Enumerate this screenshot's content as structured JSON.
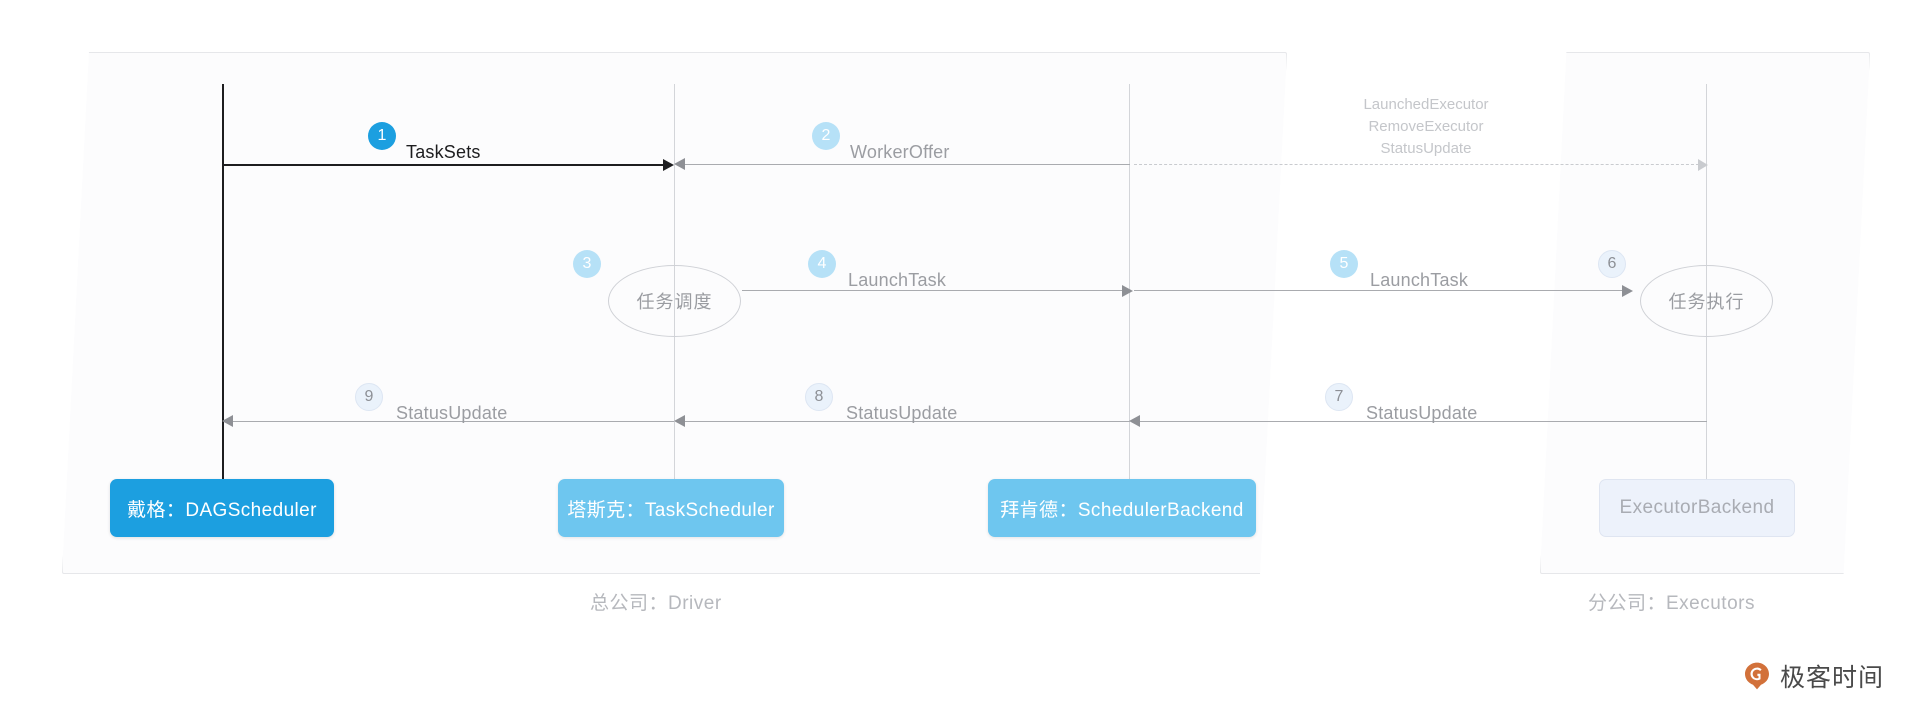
{
  "diagram": {
    "title": "Spark Task Scheduling Sequence Diagram",
    "panels": [
      {
        "id": "driver",
        "caption": "总公司：Driver"
      },
      {
        "id": "executors",
        "caption": "分公司：Executors"
      }
    ],
    "actors": [
      {
        "id": "dagscheduler",
        "label": "戴格：DAGScheduler",
        "style": "primary"
      },
      {
        "id": "taskscheduler",
        "label": "塔斯克：TaskScheduler",
        "style": "secondary"
      },
      {
        "id": "schedulerbackend",
        "label": "拜肯德：SchedulerBackend",
        "style": "secondary"
      },
      {
        "id": "executorbackend",
        "label": "ExecutorBackend",
        "style": "ghost"
      }
    ],
    "activities": [
      {
        "id": "task-scheduling",
        "label": "任务调度"
      },
      {
        "id": "task-execution",
        "label": "任务执行"
      }
    ],
    "steps": [
      {
        "n": "1",
        "label": "TaskSets",
        "style": "solid"
      },
      {
        "n": "2",
        "label": "WorkerOffer",
        "style": "light"
      },
      {
        "n": "3",
        "label": "",
        "style": "light"
      },
      {
        "n": "4",
        "label": "LaunchTask",
        "style": "light"
      },
      {
        "n": "5",
        "label": "LaunchTask",
        "style": "light"
      },
      {
        "n": "6",
        "label": "",
        "style": "pale"
      },
      {
        "n": "7",
        "label": "StatusUpdate",
        "style": "pale"
      },
      {
        "n": "8",
        "label": "StatusUpdate",
        "style": "pale"
      },
      {
        "n": "9",
        "label": "StatusUpdate",
        "style": "pale"
      }
    ],
    "notes": [
      "LaunchedExecutor",
      "RemoveExecutor",
      "StatusUpdate"
    ],
    "colors": {
      "primary": "#1c9fe0",
      "secondary": "#6ec6ef",
      "badge_light": "#b6e1f7",
      "badge_pale": "#eaf2fb",
      "line": "#a9abaf",
      "panel_bg": "#fcfcfd",
      "muted_text": "#9b9da2",
      "watermark": "#d2713a"
    }
  },
  "watermark": {
    "text": "极客时间"
  }
}
